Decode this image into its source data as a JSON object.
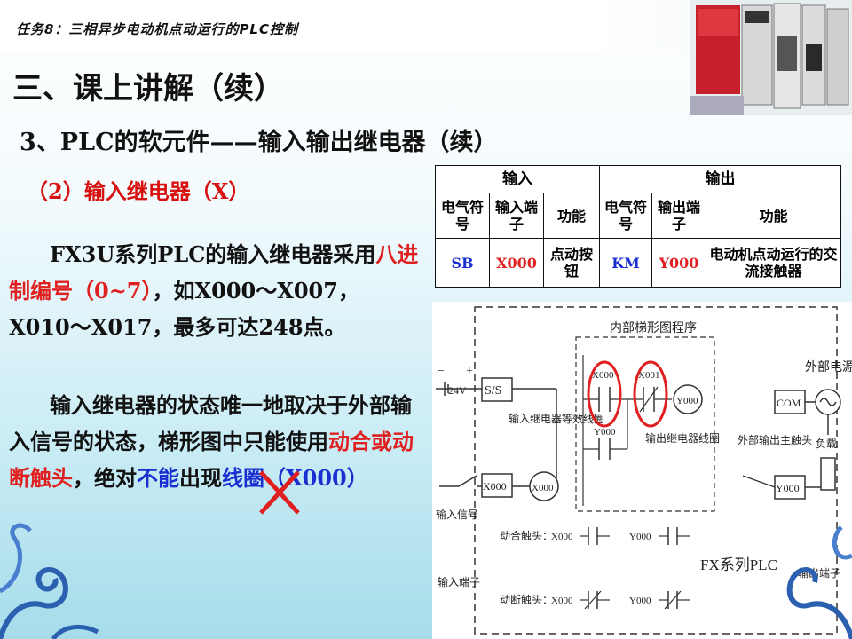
{
  "header": {
    "course": "任务8：三相异步电动机点动运行的PLC控制",
    "title": "三、课上讲解（续）",
    "subtitle": "3、PLC的软元件——输入输出继电器（续）"
  },
  "section": {
    "heading": "（2）输入继电器（X）"
  },
  "para1": {
    "a": "FX3U系列PLC的输入继电器采用",
    "b": "八进制编号（0~7）",
    "c": "，如X000～X007， X010～X017，最多可达248点。"
  },
  "para2": {
    "a": "输入继电器的状态唯一地取决于外部输入信号的状态，梯形图中只能使用",
    "b": "动合或动断触头",
    "c": "，绝对",
    "d": "不能",
    "e": "出现",
    "f": "线圈",
    "g": "（X000）"
  },
  "table": {
    "input_header": "输入",
    "output_header": "输出",
    "col_symbol": "电气符号",
    "col_terminal": "输入端子",
    "col_function": "功能",
    "col_out_symbol": "电气符号",
    "col_out_terminal": "输出端子",
    "col_out_function": "功能",
    "row": {
      "in_symbol": "SB",
      "in_terminal": "X000",
      "in_function": "点动按钮",
      "out_symbol": "KM",
      "out_terminal": "Y000",
      "out_function": "电动机点动运行的交流接触器"
    }
  },
  "diagram": {
    "internal_program": "内部梯形图程序",
    "external_power": "外部电源",
    "supply": "24V",
    "ss": "S/S",
    "com": "COM",
    "x000": "X000",
    "x001": "X001",
    "y000": "Y000",
    "input_coil_label": "输入继电器等效线圈",
    "output_coil_label": "输出继电器线圈",
    "ext_output_label": "外部输出主触头",
    "load": "负载",
    "input_signal": "输入信号",
    "input_terminal": "输入端子",
    "output_terminal": "输出端子",
    "no_contact": "动合触头：",
    "nc_contact": "动断触头：",
    "fx_plc": "FX系列PLC",
    "minus": "−",
    "plus": "+"
  },
  "colors": {
    "red": "#e02020",
    "blue": "#1a2fd0",
    "bg_bottom": "#a6dcea"
  }
}
